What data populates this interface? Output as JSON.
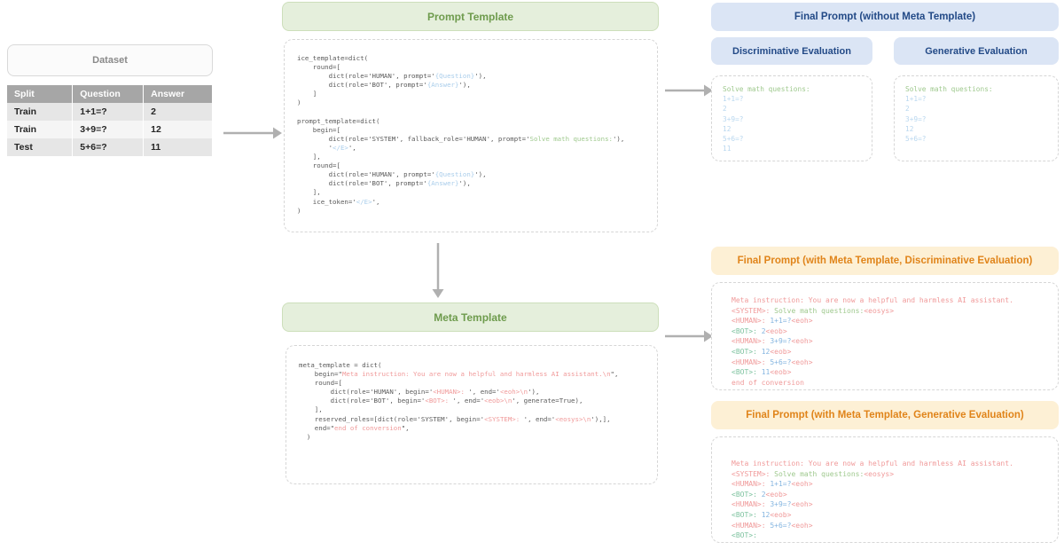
{
  "dataset": {
    "title": "Dataset",
    "columns": [
      "Split",
      "Question",
      "Answer"
    ],
    "rows": [
      [
        "Train",
        "1+1=?",
        "2"
      ],
      [
        "Train",
        "3+9=?",
        "12"
      ],
      [
        "Test",
        "5+6=?",
        "11"
      ]
    ]
  },
  "prompt_template": {
    "header": "Prompt Template",
    "code_lines": [
      [
        {
          "t": "ice_template=dict(",
          "c": "plain"
        }
      ],
      [
        {
          "t": "    round=[",
          "c": "plain"
        }
      ],
      [
        {
          "t": "        dict(role='HUMAN', prompt='",
          "c": "plain"
        },
        {
          "t": "{Question}",
          "c": "blue"
        },
        {
          "t": "'),",
          "c": "plain"
        }
      ],
      [
        {
          "t": "        dict(role='BOT', prompt='",
          "c": "plain"
        },
        {
          "t": "{Answer}",
          "c": "blue"
        },
        {
          "t": "'),",
          "c": "plain"
        }
      ],
      [
        {
          "t": "    ]",
          "c": "plain"
        }
      ],
      [
        {
          "t": ")",
          "c": "plain"
        }
      ],
      [
        {
          "t": "",
          "c": "plain"
        }
      ],
      [
        {
          "t": "prompt_template=dict(",
          "c": "plain"
        }
      ],
      [
        {
          "t": "    begin=[",
          "c": "plain"
        }
      ],
      [
        {
          "t": "        dict(role='SYSTEM', fallback_role='HUMAN', prompt='",
          "c": "plain"
        },
        {
          "t": "Solve math questions:",
          "c": "green"
        },
        {
          "t": "'),",
          "c": "plain"
        }
      ],
      [
        {
          "t": "        '",
          "c": "plain"
        },
        {
          "t": "</E>",
          "c": "blue"
        },
        {
          "t": "',",
          "c": "plain"
        }
      ],
      [
        {
          "t": "    ],",
          "c": "plain"
        }
      ],
      [
        {
          "t": "    round=[",
          "c": "plain"
        }
      ],
      [
        {
          "t": "        dict(role='HUMAN', prompt='",
          "c": "plain"
        },
        {
          "t": "{Question}",
          "c": "blue"
        },
        {
          "t": "'),",
          "c": "plain"
        }
      ],
      [
        {
          "t": "        dict(role='BOT', prompt='",
          "c": "plain"
        },
        {
          "t": "{Answer}",
          "c": "blue"
        },
        {
          "t": "'),",
          "c": "plain"
        }
      ],
      [
        {
          "t": "    ],",
          "c": "plain"
        }
      ],
      [
        {
          "t": "    ice_token='",
          "c": "plain"
        },
        {
          "t": "</E>",
          "c": "blue"
        },
        {
          "t": "',",
          "c": "plain"
        }
      ],
      [
        {
          "t": ")",
          "c": "plain"
        }
      ]
    ]
  },
  "meta_template": {
    "header": "Meta Template",
    "code_lines": [
      [
        {
          "t": "meta_template = dict(",
          "c": "plain"
        }
      ],
      [
        {
          "t": "    begin=\"",
          "c": "plain"
        },
        {
          "t": "Meta instruction: You are now a helpful and harmless AI assistant.\\n",
          "c": "pink"
        },
        {
          "t": "\",",
          "c": "plain"
        }
      ],
      [
        {
          "t": "    round=[",
          "c": "plain"
        }
      ],
      [
        {
          "t": "        dict(role='HUMAN', begin='",
          "c": "plain"
        },
        {
          "t": "<HUMAN>: ",
          "c": "pink"
        },
        {
          "t": "', end='",
          "c": "plain"
        },
        {
          "t": "<eoh>\\n",
          "c": "pink"
        },
        {
          "t": "'),",
          "c": "plain"
        }
      ],
      [
        {
          "t": "        dict(role='BOT', begin='",
          "c": "plain"
        },
        {
          "t": "<BOT>: ",
          "c": "pink"
        },
        {
          "t": "', end='",
          "c": "plain"
        },
        {
          "t": "<eob>\\n",
          "c": "pink"
        },
        {
          "t": "', generate=True),",
          "c": "plain"
        }
      ],
      [
        {
          "t": "    ],",
          "c": "plain"
        }
      ],
      [
        {
          "t": "    reserved_roles=[dict(role='SYSTEM', begin='",
          "c": "plain"
        },
        {
          "t": "<SYSTEM>: ",
          "c": "pink"
        },
        {
          "t": "', end='",
          "c": "plain"
        },
        {
          "t": "<eosys>\\n",
          "c": "pink"
        },
        {
          "t": "'),],",
          "c": "plain"
        }
      ],
      [
        {
          "t": "    end=\"",
          "c": "plain"
        },
        {
          "t": "end of conversion",
          "c": "pink"
        },
        {
          "t": "\",",
          "c": "plain"
        }
      ],
      [
        {
          "t": "  )",
          "c": "plain"
        }
      ]
    ]
  },
  "without_meta": {
    "header": "Final Prompt (without Meta Template)",
    "discriminative": {
      "label": "Discriminative Evaluation",
      "lines": [
        [
          {
            "t": "Solve math questions:",
            "c": "green"
          }
        ],
        [
          {
            "t": "1+1=?",
            "c": "lblue"
          }
        ],
        [
          {
            "t": "2",
            "c": "lblue"
          }
        ],
        [
          {
            "t": "3+9=?",
            "c": "lblue"
          }
        ],
        [
          {
            "t": "12",
            "c": "lblue"
          }
        ],
        [
          {
            "t": "5+6=?",
            "c": "lblue"
          }
        ],
        [
          {
            "t": "11",
            "c": "lblue"
          }
        ]
      ]
    },
    "generative": {
      "label": "Generative Evaluation",
      "lines": [
        [
          {
            "t": "Solve math questions:",
            "c": "green"
          }
        ],
        [
          {
            "t": "1+1=?",
            "c": "lblue"
          }
        ],
        [
          {
            "t": "2",
            "c": "lblue"
          }
        ],
        [
          {
            "t": "3+9=?",
            "c": "lblue"
          }
        ],
        [
          {
            "t": "12",
            "c": "lblue"
          }
        ],
        [
          {
            "t": "5+6=?",
            "c": "lblue"
          }
        ]
      ]
    }
  },
  "with_meta_discriminative": {
    "header": "Final Prompt (with Meta Template, Discriminative Evaluation)",
    "lines": [
      [
        {
          "t": "Meta instruction: You are now a helpful and harmless AI assistant.",
          "c": "pink"
        }
      ],
      [
        {
          "t": "<SYSTEM>: ",
          "c": "pink"
        },
        {
          "t": "Solve math questions:",
          "c": "green"
        },
        {
          "t": "<eosys>",
          "c": "pink"
        }
      ],
      [
        {
          "t": "<HUMAN>: ",
          "c": "pink"
        },
        {
          "t": "1+1=?",
          "c": "bluet"
        },
        {
          "t": "<eoh>",
          "c": "pink"
        }
      ],
      [
        {
          "t": "<BOT>: ",
          "c": "teal"
        },
        {
          "t": "2",
          "c": "bluet"
        },
        {
          "t": "<eob>",
          "c": "pink"
        }
      ],
      [
        {
          "t": "<HUMAN>: ",
          "c": "pink"
        },
        {
          "t": "3+9=?",
          "c": "bluet"
        },
        {
          "t": "<eoh>",
          "c": "pink"
        }
      ],
      [
        {
          "t": "<BOT>: ",
          "c": "teal"
        },
        {
          "t": "12",
          "c": "bluet"
        },
        {
          "t": "<eob>",
          "c": "pink"
        }
      ],
      [
        {
          "t": "<HUMAN>: ",
          "c": "pink"
        },
        {
          "t": "5+6=?",
          "c": "bluet"
        },
        {
          "t": "<eoh>",
          "c": "pink"
        }
      ],
      [
        {
          "t": "<BOT>: ",
          "c": "teal"
        },
        {
          "t": "11",
          "c": "bluet"
        },
        {
          "t": "<eob>",
          "c": "pink"
        }
      ],
      [
        {
          "t": "end of conversion",
          "c": "pink"
        }
      ]
    ]
  },
  "with_meta_generative": {
    "header": "Final Prompt (with Meta Template, Generative Evaluation)",
    "lines": [
      [
        {
          "t": "Meta instruction: You are now a helpful and harmless AI assistant.",
          "c": "pink"
        }
      ],
      [
        {
          "t": "<SYSTEM>: ",
          "c": "pink"
        },
        {
          "t": "Solve math questions:",
          "c": "green"
        },
        {
          "t": "<eosys>",
          "c": "pink"
        }
      ],
      [
        {
          "t": "<HUMAN>: ",
          "c": "pink"
        },
        {
          "t": "1+1=?",
          "c": "bluet"
        },
        {
          "t": "<eoh>",
          "c": "pink"
        }
      ],
      [
        {
          "t": "<BOT>: ",
          "c": "teal"
        },
        {
          "t": "2",
          "c": "bluet"
        },
        {
          "t": "<eob>",
          "c": "pink"
        }
      ],
      [
        {
          "t": "<HUMAN>: ",
          "c": "pink"
        },
        {
          "t": "3+9=?",
          "c": "bluet"
        },
        {
          "t": "<eoh>",
          "c": "pink"
        }
      ],
      [
        {
          "t": "<BOT>: ",
          "c": "teal"
        },
        {
          "t": "12",
          "c": "bluet"
        },
        {
          "t": "<eob>",
          "c": "pink"
        }
      ],
      [
        {
          "t": "<HUMAN>: ",
          "c": "pink"
        },
        {
          "t": "5+6=?",
          "c": "bluet"
        },
        {
          "t": "<eoh>",
          "c": "pink"
        }
      ],
      [
        {
          "t": "<BOT>: ",
          "c": "teal"
        }
      ]
    ]
  },
  "colors": {
    "green_pill_bg": "#e5efdc",
    "green_pill_text": "#6e9b4d",
    "blue_pill_bg": "#dbe5f5",
    "blue_pill_text": "#234a87",
    "amber_pill_bg": "#fdf0d5",
    "amber_pill_text": "#e0841a",
    "arrow": "#b0b0b0",
    "table_header_bg": "#a6a6a6"
  },
  "arrows": {
    "dataset_to_prompt": "arrow-right",
    "prompt_to_meta": "arrow-down",
    "prompt_to_final": "arrow-right",
    "meta_to_final": "arrow-right"
  }
}
